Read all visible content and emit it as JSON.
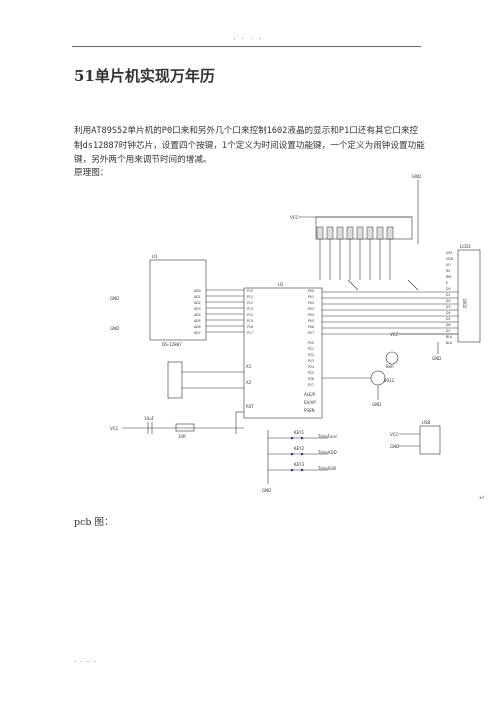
{
  "header": {
    "dots": ". .     . ."
  },
  "title": "51单片机实现万年历",
  "intro": "利用AT89S52单片机的P0口来和另外几个口来控制1602液晶的显示和P1口还有其它口来控制ds12887时钟芯片，设置四个按键，1个定义为时间设置功能键，一个定义为闹钟设置功能键，另外两个用来调节时间的增减。",
  "schematic_caption": "原理图：",
  "schematic": {
    "chips": {
      "rtc_ref": "U1",
      "rtc_name": "DS-12887",
      "mcu_ref": "U2",
      "lcd_ref": "LCD1",
      "lcd_name": "1602"
    },
    "labels": {
      "gnd": "GND",
      "vcc": "VCC",
      "key1": "KEY1",
      "key2": "KEY2",
      "key3": "KEY3",
      "timefunc": "TimeFunc",
      "timeadd": "TimeADD",
      "timesub": "TimeSUB",
      "cap": "10uF",
      "res": "10K",
      "bell": "Bell",
      "q": "9012",
      "rst": "RST",
      "ea": "EA/VP",
      "psen": "PSEN",
      "ale": "ALE/P",
      "xtal1": "X1",
      "xtal2": "X2",
      "usb": "USB"
    },
    "pins_mcu_left": [
      "P10",
      "P11",
      "P12",
      "P13",
      "P14",
      "P15",
      "P16",
      "P17"
    ],
    "pins_mcu_right": [
      "P00",
      "P01",
      "P02",
      "P03",
      "P04",
      "P05",
      "P06",
      "P07"
    ],
    "pins_mcu_right2": [
      "P20",
      "P21",
      "P22",
      "P23",
      "P24",
      "P25",
      "P26",
      "P27"
    ],
    "pins_rtc": [
      "AD0",
      "AD1",
      "AD2",
      "AD3",
      "AD4",
      "AD5",
      "AD6",
      "AD7"
    ],
    "lcd_pins": [
      "VSS",
      "VDD",
      "VO",
      "RS",
      "RW",
      "E",
      "D0",
      "D1",
      "D2",
      "D3",
      "D4",
      "D5",
      "D6",
      "D7",
      "BLA",
      "BLK"
    ]
  },
  "pcb_caption": "pcb 图：",
  "return_mark": "↵",
  "footer": {
    "dots": ". . . ."
  }
}
